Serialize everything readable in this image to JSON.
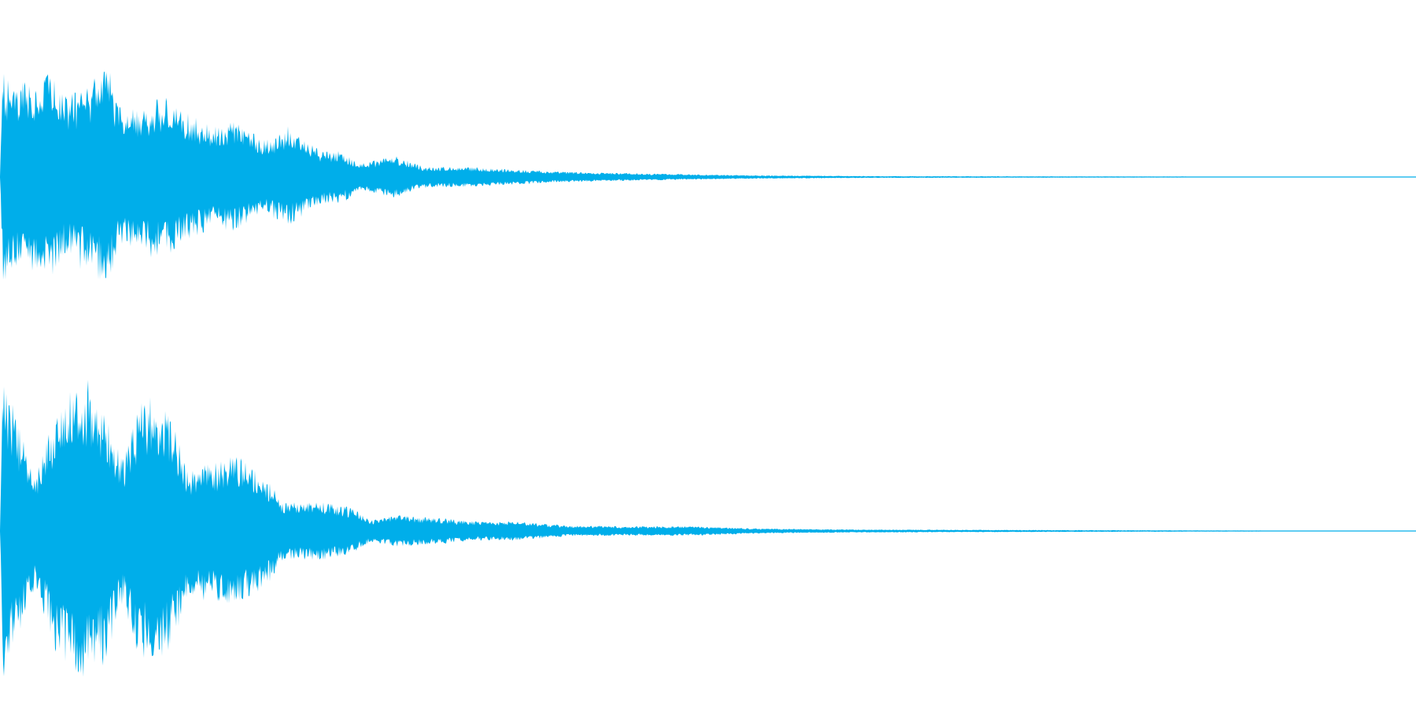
{
  "waveform": {
    "color": "#00AEEA",
    "background": "#FFFFFF",
    "channels": [
      {
        "id": "channel-1",
        "peak_envelope": [
          {
            "t": 0.0,
            "amp": 0.0
          },
          {
            "t": 0.002,
            "amp": 0.92
          },
          {
            "t": 0.01,
            "amp": 0.8
          },
          {
            "t": 0.02,
            "amp": 0.85
          },
          {
            "t": 0.035,
            "amp": 0.95
          },
          {
            "t": 0.045,
            "amp": 0.72
          },
          {
            "t": 0.06,
            "amp": 0.78
          },
          {
            "t": 0.075,
            "amp": 0.98
          },
          {
            "t": 0.085,
            "amp": 0.62
          },
          {
            "t": 0.1,
            "amp": 0.6
          },
          {
            "t": 0.115,
            "amp": 0.72
          },
          {
            "t": 0.135,
            "amp": 0.55
          },
          {
            "t": 0.15,
            "amp": 0.45
          },
          {
            "t": 0.165,
            "amp": 0.5
          },
          {
            "t": 0.185,
            "amp": 0.33
          },
          {
            "t": 0.205,
            "amp": 0.42
          },
          {
            "t": 0.225,
            "amp": 0.24
          },
          {
            "t": 0.24,
            "amp": 0.23
          },
          {
            "t": 0.255,
            "amp": 0.12
          },
          {
            "t": 0.278,
            "amp": 0.19
          },
          {
            "t": 0.3,
            "amp": 0.09
          },
          {
            "t": 0.33,
            "amp": 0.09
          },
          {
            "t": 0.36,
            "amp": 0.07
          },
          {
            "t": 0.39,
            "amp": 0.05
          },
          {
            "t": 0.42,
            "amp": 0.04
          },
          {
            "t": 0.46,
            "amp": 0.03
          },
          {
            "t": 0.53,
            "amp": 0.015
          },
          {
            "t": 0.62,
            "amp": 0.008
          },
          {
            "t": 0.76,
            "amp": 0.006
          },
          {
            "t": 0.88,
            "amp": 0.004
          },
          {
            "t": 1.0,
            "amp": 0.0
          }
        ]
      },
      {
        "id": "channel-2",
        "peak_envelope": [
          {
            "t": 0.0,
            "amp": 0.0
          },
          {
            "t": 0.002,
            "amp": 0.95
          },
          {
            "t": 0.012,
            "amp": 0.7
          },
          {
            "t": 0.025,
            "amp": 0.35
          },
          {
            "t": 0.04,
            "amp": 0.8
          },
          {
            "t": 0.058,
            "amp": 0.98
          },
          {
            "t": 0.075,
            "amp": 0.78
          },
          {
            "t": 0.087,
            "amp": 0.45
          },
          {
            "t": 0.098,
            "amp": 0.82
          },
          {
            "t": 0.118,
            "amp": 0.8
          },
          {
            "t": 0.133,
            "amp": 0.4
          },
          {
            "t": 0.152,
            "amp": 0.45
          },
          {
            "t": 0.168,
            "amp": 0.48
          },
          {
            "t": 0.19,
            "amp": 0.33
          },
          {
            "t": 0.2,
            "amp": 0.18
          },
          {
            "t": 0.225,
            "amp": 0.19
          },
          {
            "t": 0.248,
            "amp": 0.15
          },
          {
            "t": 0.262,
            "amp": 0.07
          },
          {
            "t": 0.28,
            "amp": 0.1
          },
          {
            "t": 0.3,
            "amp": 0.09
          },
          {
            "t": 0.34,
            "amp": 0.06
          },
          {
            "t": 0.365,
            "amp": 0.06
          },
          {
            "t": 0.4,
            "amp": 0.035
          },
          {
            "t": 0.44,
            "amp": 0.03
          },
          {
            "t": 0.49,
            "amp": 0.03
          },
          {
            "t": 0.54,
            "amp": 0.015
          },
          {
            "t": 0.6,
            "amp": 0.01
          },
          {
            "t": 0.75,
            "amp": 0.006
          },
          {
            "t": 0.87,
            "amp": 0.004
          },
          {
            "t": 1.0,
            "amp": 0.0
          }
        ]
      }
    ]
  }
}
